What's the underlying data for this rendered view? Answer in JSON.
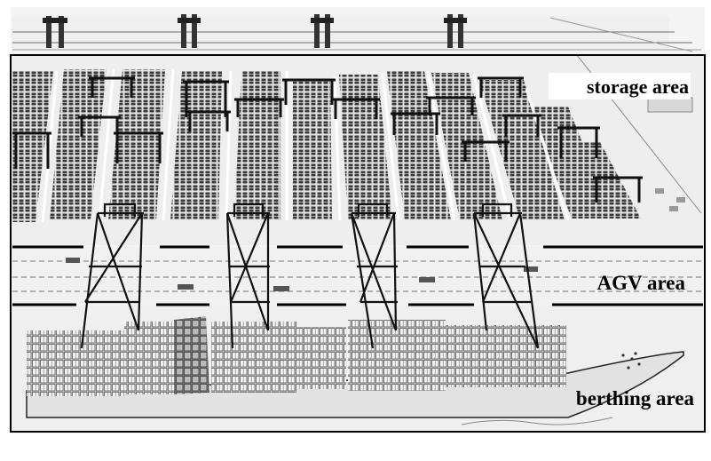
{
  "areas": {
    "storage": {
      "label": "storage area"
    },
    "agv": {
      "label": "AGV area"
    },
    "berthing": {
      "label": "berthing area"
    }
  },
  "colors": {
    "ink": "#1a1a1a",
    "paper": "#f4f4f4",
    "frame": "#000000"
  }
}
